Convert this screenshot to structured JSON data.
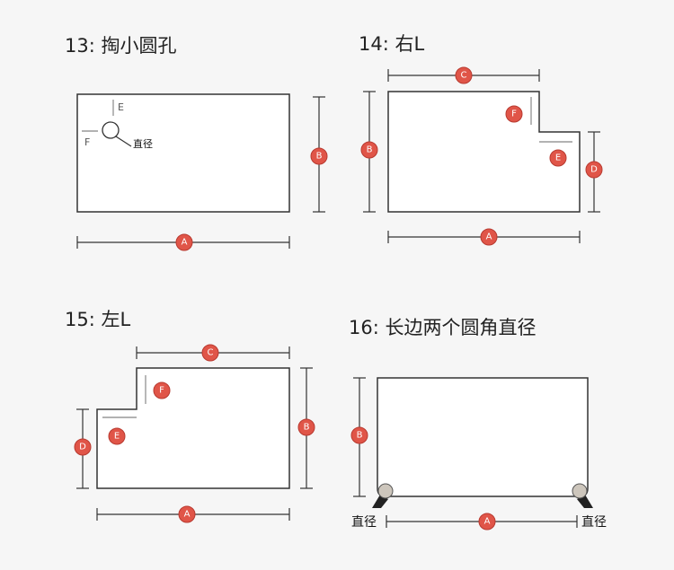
{
  "panels": {
    "p13": {
      "title": "13: 掏小圆孔",
      "labels": {
        "A": "A",
        "B": "B",
        "E": "E",
        "F": "F",
        "diameter": "直径"
      }
    },
    "p14": {
      "title": "14: 右L",
      "labels": {
        "A": "A",
        "B": "B",
        "C": "C",
        "D": "D",
        "E": "E",
        "F": "F"
      }
    },
    "p15": {
      "title": "15: 左L",
      "labels": {
        "A": "A",
        "B": "B",
        "C": "C",
        "D": "D",
        "E": "E",
        "F": "F"
      }
    },
    "p16": {
      "title": "16: 长边两个圆角直径",
      "labels": {
        "A": "A",
        "B": "B",
        "diameter_left": "直径",
        "diameter_right": "直径"
      }
    }
  }
}
